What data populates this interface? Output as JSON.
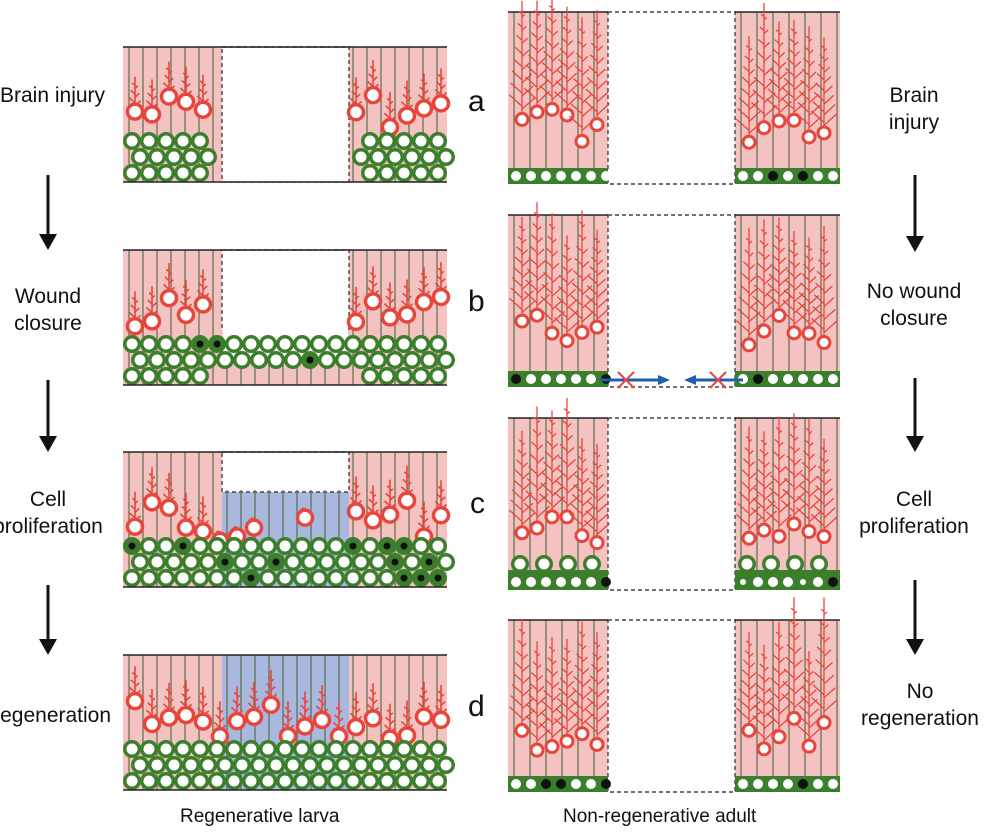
{
  "left_steps": [
    "Brain injury",
    "Wound closure",
    "Cell proliferation",
    "Regeneration"
  ],
  "right_steps": [
    "Brain injury",
    "No wound closure",
    "Cell proliferation",
    "No regeneration"
  ],
  "panel_letters": [
    "a",
    "b",
    "c",
    "d"
  ],
  "captions": {
    "left": "Regenerative larva",
    "right": "Non-regenerative adult"
  },
  "colors": {
    "tissue": "#f4c2c0",
    "neuron": "#e8463c",
    "progenitor": "#3b7f2c",
    "new_tissue": "#a9b8df",
    "arrow_blue": "#1f5fb0"
  }
}
